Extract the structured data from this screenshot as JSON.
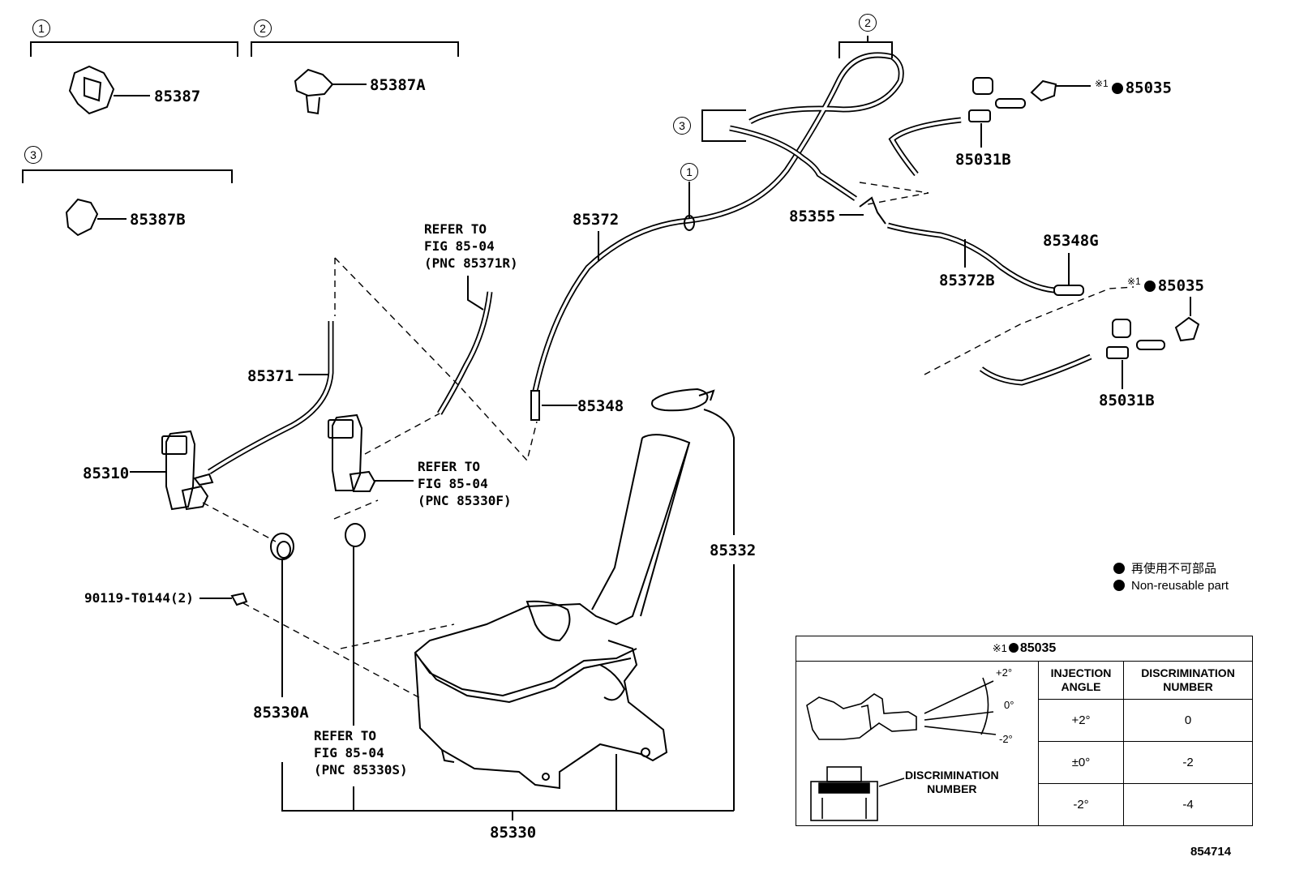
{
  "legend_groups": [
    {
      "index": "1",
      "part": "85387"
    },
    {
      "index": "2",
      "part": "85387A"
    },
    {
      "index": "3",
      "part": "85387B"
    }
  ],
  "callout_markers": {
    "hose_clamp_1": "1",
    "hose_clamp_2": "2",
    "hose_clamp_3": "3"
  },
  "parts": {
    "p85371": "85371",
    "p85310": "85310",
    "p85372": "85372",
    "p85348": "85348",
    "p85332": "85332",
    "p85330A": "85330A",
    "p85330": "85330",
    "p90119": "90119-T0144(2)",
    "p85355": "85355",
    "p85372B": "85372B",
    "p85348G": "85348G",
    "p85031B_top": "85031B",
    "p85031B_bottom": "85031B",
    "p85035": "85035"
  },
  "references": {
    "ref_85371R": "REFER TO\nFIG 85-04\n(PNC 85371R)",
    "ref_85330F": "REFER TO\nFIG 85-04\n(PNC 85330F)",
    "ref_85330S": "REFER TO\nFIG 85-04\n(PNC 85330S)"
  },
  "note_mark": "※1",
  "legend_notes": {
    "jp": "再使用不可部品",
    "en": "Non-reusable part"
  },
  "spec_table": {
    "title_part": "85035",
    "headers": [
      "INJECTION\nANGLE",
      "DISCRIMINATION\nNUMBER"
    ],
    "rows": [
      {
        "angle": "+2°",
        "number": "0"
      },
      {
        "angle": "±0°",
        "number": "-2"
      },
      {
        "angle": "-2°",
        "number": "-4"
      }
    ],
    "angle_labels": {
      "plus": "+2°",
      "zero": "0°",
      "minus": "-2°"
    },
    "discrimination_label": "DISCRIMINATION\nNUMBER"
  },
  "figure_code": "854714"
}
